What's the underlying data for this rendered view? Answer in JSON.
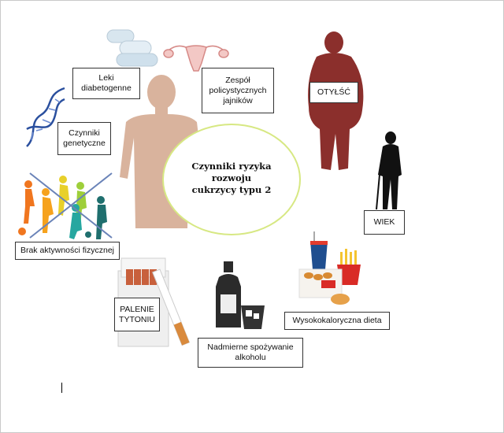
{
  "center": {
    "title": "Czynniki ryzyka\nrozwoju\ncukrzycy typu 2"
  },
  "factors": {
    "leki": "Leki\ndiabetogenne",
    "pcos": "Zespół\npolicystycznych\njajników",
    "otylosc": "OTYŁŚĆ",
    "genetyczne": "Czynniki\ngenetyczne",
    "wiek": "WIEK",
    "aktywnosc": "Brak aktywności fizycznej",
    "tyton": "PALENIE\nTYTONIU",
    "dieta": "Wysokokaloryczna dieta",
    "alkohol": "Nadmierne spożywanie\nalkoholu"
  },
  "colors": {
    "body": "#d9b39d",
    "obese": "#8b2f2c",
    "circle_border": "#d7e883",
    "dna": "#2a4f9e",
    "uterus": "#e8a3a0",
    "pills": "#cfe0ec"
  },
  "icons": [
    "pills-icon",
    "uterus-icon",
    "dna-icon",
    "human-body-icon",
    "obese-person-icon",
    "elderly-person-icon",
    "sports-people-icon",
    "cigarette-pack-icon",
    "alcohol-bottle-icon",
    "fast-food-icon"
  ]
}
